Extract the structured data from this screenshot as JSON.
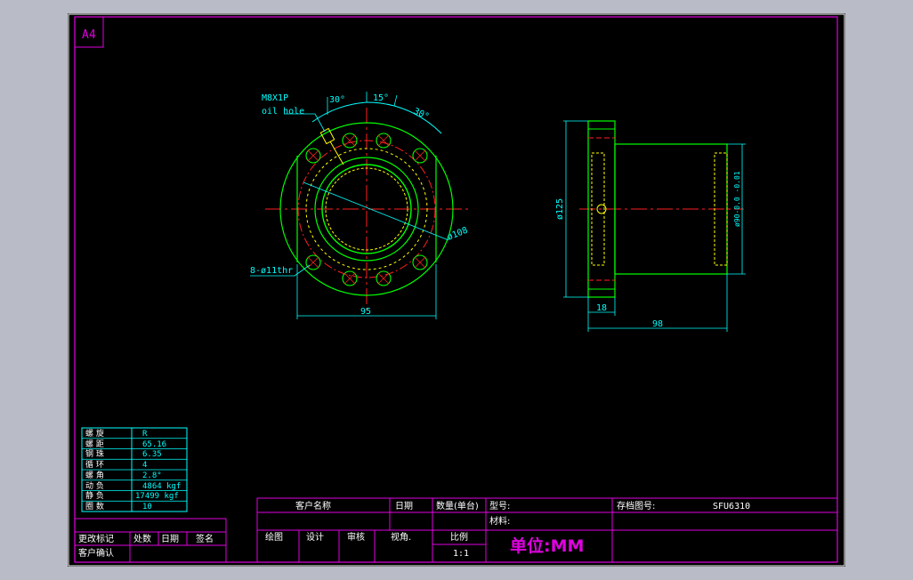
{
  "colors": {
    "frame": "#e000e0",
    "outline": "#00ff00",
    "dimension": "#00ffff",
    "center": "#ff2020",
    "hidden": "#ffff00",
    "white_text": "#ffffff",
    "background": "#000000"
  },
  "sheet_size": "A4",
  "front_view": {
    "thread_callout_1": "M8X1P",
    "thread_callout_2": "oil hole",
    "angle_left": "30°",
    "angle_mid": "15°",
    "angle_right": "30°",
    "hole_callout": "8-ø11thr",
    "diameter_outer": "ø108",
    "width_dim": "95"
  },
  "side_view": {
    "flange_dia": "ø125",
    "body_dia": "ø90-0.0 -0.01",
    "flange_thk": "18",
    "length": "98"
  },
  "spec_table": [
    {
      "label": "螺 旋",
      "value": "R"
    },
    {
      "label": "螺 距",
      "value": "65.16"
    },
    {
      "label": "钢 珠",
      "value": "6.35"
    },
    {
      "label": "循 环",
      "value": "4"
    },
    {
      "label": "螺 角",
      "value": "2.8°"
    },
    {
      "label": "动 负",
      "value": "4864 kgf"
    },
    {
      "label": "静 负",
      "value": "17499 kgf"
    },
    {
      "label": "圈 数",
      "value": "10"
    }
  ],
  "title_block": {
    "customer_name": "客户名称",
    "date": "日期",
    "quantity": "数量(单台)",
    "model": "型号:",
    "drawing_no_label": "存档图号:",
    "drawing_no": "SFU6310",
    "material": "材料:",
    "drawn": "绘图",
    "design": "设计",
    "check": "审核",
    "view": "视角.",
    "scale_label": "比例",
    "scale": "1:1",
    "unit": "单位:MM"
  },
  "revision_block": {
    "change_mark": "更改标记",
    "location": "处数",
    "date": "日期",
    "sign": "签名",
    "customer_confirm": "客户确认"
  }
}
